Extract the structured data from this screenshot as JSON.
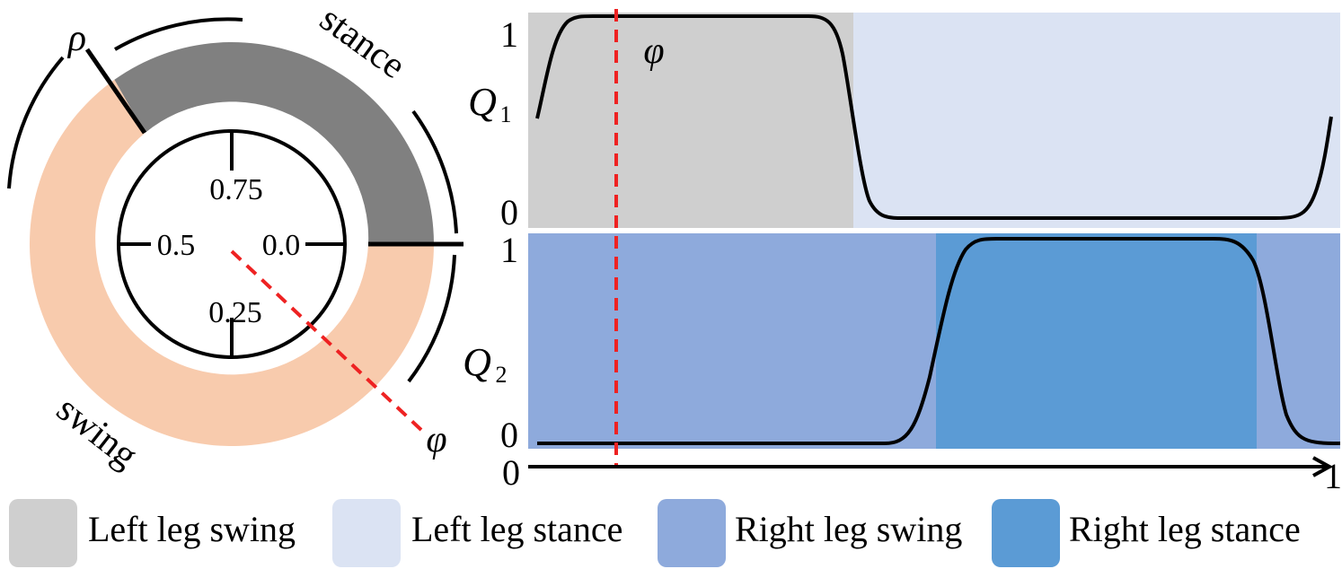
{
  "colors": {
    "left_swing": "#cfcfcf",
    "left_stance": "#dbe3f3",
    "right_swing": "#8eaadc",
    "right_stance": "#5b9bd5",
    "ring_stance": "#808080",
    "ring_swing": "#f8cbad",
    "phase_line": "#ee2222"
  },
  "dial": {
    "labels": {
      "top": "0.75",
      "right": "0.0",
      "bottom": "0.25",
      "left": "0.5"
    },
    "rho_label": "ρ",
    "phi_label": "φ",
    "stance_label": "stance",
    "swing_label": "swing"
  },
  "plots": {
    "q1": {
      "label_main": "Q",
      "label_sub": "1",
      "y_top": "1",
      "y_bottom": "0",
      "phi_label": "φ"
    },
    "q2": {
      "label_main": "Q",
      "label_sub": "2",
      "y_top": "1",
      "y_bottom": "0"
    },
    "x_start": "0",
    "x_end": "1"
  },
  "legend": [
    {
      "label": "Left leg swing",
      "color": "#cfcfcf"
    },
    {
      "label": "Left leg stance",
      "color": "#dbe3f3"
    },
    {
      "label": "Right leg swing",
      "color": "#8eaadc"
    },
    {
      "label": "Right leg stance",
      "color": "#5b9bd5"
    }
  ]
}
